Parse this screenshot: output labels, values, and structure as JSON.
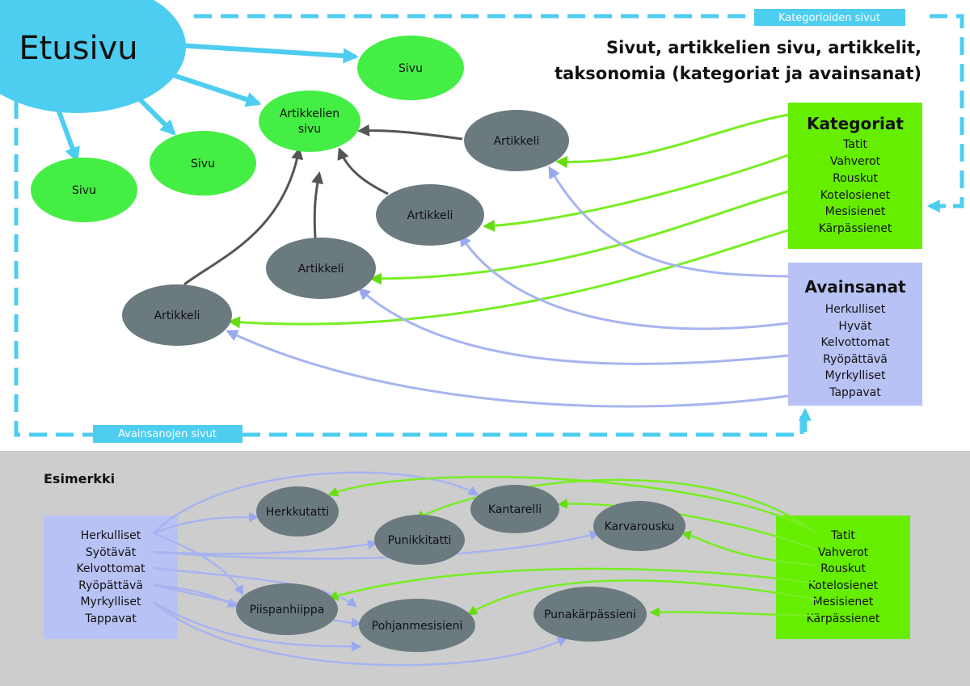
{
  "top": {
    "heading_line1": "Sivut, artikkelien sivu, artikkelit,",
    "heading_line2": "taksonomia (kategoriat ja avainsanat)",
    "category_pages_label": "Kategorioiden sivut",
    "keyword_pages_label": "Avainsanojen sivut",
    "etusivu": "Etusivu",
    "pages": [
      "Sivu",
      "Sivu",
      "Sivu"
    ],
    "articles_page": [
      "Artikkelien",
      "sivu"
    ],
    "articles": [
      "Artikkeli",
      "Artikkeli",
      "Artikkeli",
      "Artikkeli"
    ],
    "categories": {
      "title": "Kategoriat",
      "items": [
        "Tatit",
        "Vahverot",
        "Rouskut",
        "Kotelosienet",
        "Mesisienet",
        "Kärpässienet"
      ]
    },
    "keywords": {
      "title": "Avainsanat",
      "items": [
        "Herkulliset",
        "Hyvät",
        "Kelvottomat",
        "Ryöpättävä",
        "Myrkylliset",
        "Tappavat"
      ]
    }
  },
  "example": {
    "title": "Esimerkki",
    "keywords": [
      "Herkulliset",
      "Syötävät",
      "Kelvottomat",
      "Ryöpättävä",
      "Myrkylliset",
      "Tappavat"
    ],
    "categories": [
      "Tatit",
      "Vahverot",
      "Rouskut",
      "Kotelosienet",
      "Mesisienet",
      "Kärpässienet"
    ],
    "mushrooms": [
      "Herkkutatti",
      "Kantarelli",
      "Karvarousku",
      "Punikkitatti",
      "Piispanhiippa",
      "Pohjanmesisieni",
      "Punakärpässieni"
    ]
  },
  "colors": {
    "cyan": "#4dcdf0",
    "green_node": "#44ee44",
    "green_box": "#66ee00",
    "gray_node": "#6b7a7f",
    "keyword_box": "#b9c2f5",
    "green_arrow": "#77ee22",
    "blue_arrow": "#a7b4f0",
    "dark_arrow": "#5a5a5a",
    "example_bg": "#cdcdcd"
  }
}
